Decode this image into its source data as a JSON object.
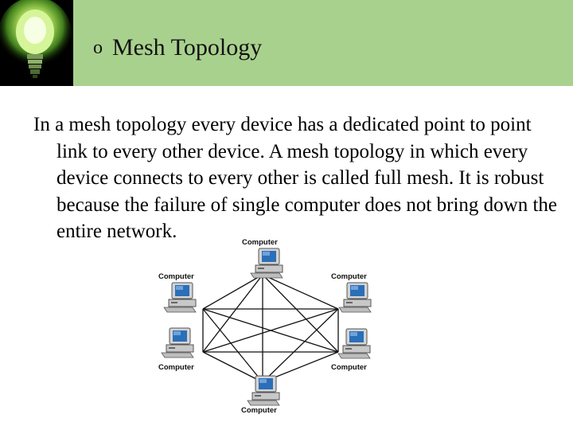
{
  "slide": {
    "bullet": "o",
    "title": "Mesh Topology",
    "body": "In a mesh topology every device has a dedicated point to point link to every other device. A mesh topology in which every device connects to every other is called full mesh. It is robust because the failure of single computer does not bring down the entire network."
  },
  "diagram": {
    "node_label": "Computer",
    "icon": "desktop-computer-icon",
    "link_color": "#111111"
  },
  "header": {
    "background": "#a9d18e",
    "logo_icon": "light-bulb-icon"
  }
}
